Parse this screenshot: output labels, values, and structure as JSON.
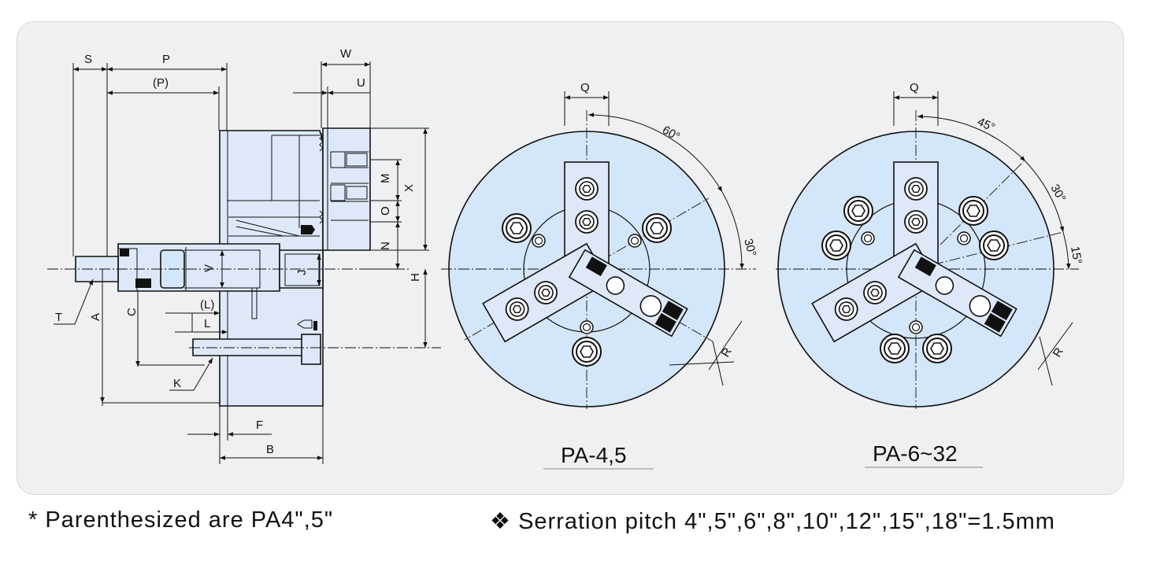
{
  "notes": {
    "left": "* Parenthesized are PA4\",5\"",
    "right_symbol": "❖",
    "right": "Serration pitch 4\",5\",6\",8\",10\",12\",15\",18\"=1.5mm"
  },
  "side_view": {
    "dims": {
      "S": "S",
      "P": "P",
      "P_paren": "(P)",
      "W": "W",
      "U": "U",
      "M": "M",
      "X": "X",
      "O": "O",
      "N": "N",
      "H": "H",
      "J": "J",
      "V": "V",
      "T": "T",
      "A": "A",
      "C": "C",
      "L_paren": "(L)",
      "L": "L",
      "K": "K",
      "F": "F",
      "B": "B"
    }
  },
  "front_left": {
    "title": "PA-4,5",
    "q": "Q",
    "angle1": "60°",
    "angle2": "30°",
    "r": "R"
  },
  "front_right": {
    "title": "PA-6~32",
    "q": "Q",
    "angle1": "45°",
    "angle2": "30°",
    "angle3": "15°",
    "r": "R"
  },
  "colors": {
    "face_fill": "#d4e6fa",
    "panel": "#eef0f1",
    "line": "#111111"
  }
}
